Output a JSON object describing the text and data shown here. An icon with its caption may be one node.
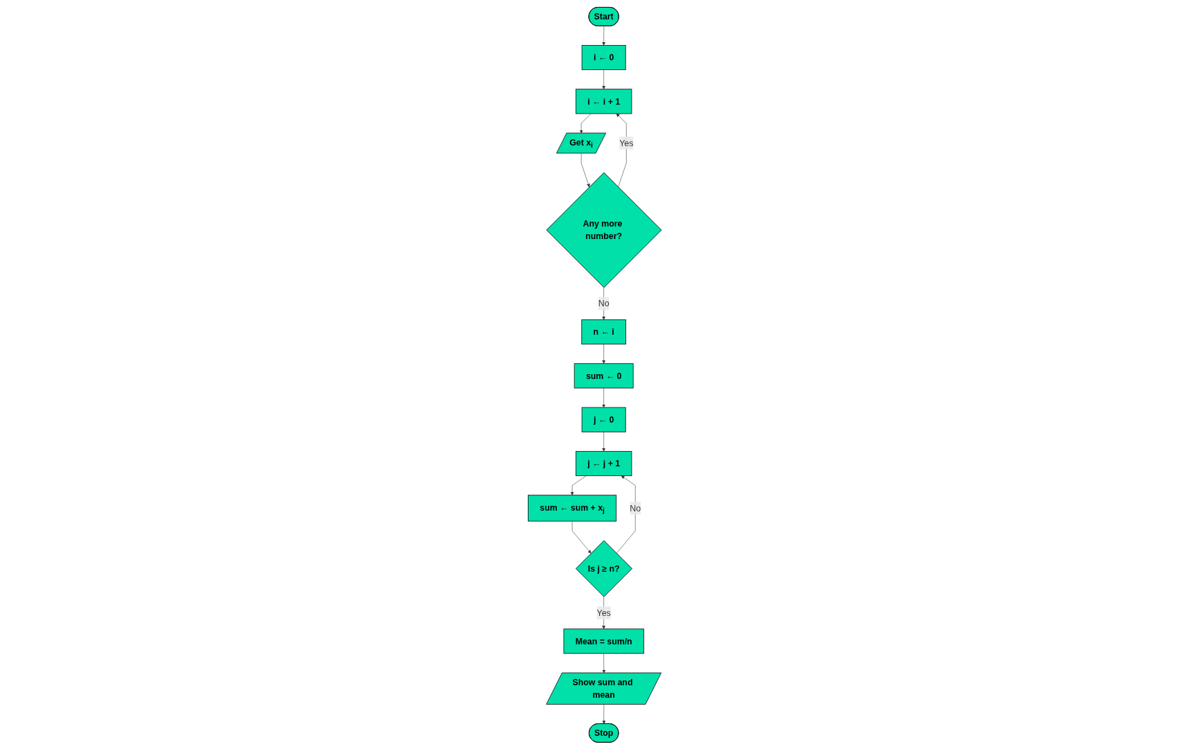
{
  "diagram": {
    "nodes": [
      {
        "text": [
          "Start"
        ]
      },
      {
        "text": [
          "i ← 0"
        ]
      },
      {
        "text": [
          "i ← i + 1"
        ]
      },
      {
        "text": [
          "Get x$_{i}$"
        ]
      },
      {
        "text": [
          "Any more number?"
        ]
      },
      {
        "text": [
          "n ← i"
        ]
      },
      {
        "text": [
          "sum ← 0"
        ]
      },
      {
        "text": [
          "j ← 0"
        ]
      },
      {
        "text": [
          "j ← j + 1"
        ]
      },
      {
        "text": [
          "sum ← sum + x$_{j}$"
        ]
      },
      {
        "text": [
          "Is j ≥ n?"
        ]
      },
      {
        "text": [
          "Mean = sum/n"
        ]
      },
      {
        "text": [
          "Show sum and mean"
        ]
      },
      {
        "text": [
          "Stop"
        ]
      }
    ],
    "edges": [
      {
        "from": 0,
        "to": 1,
        "arrow": "to"
      },
      {
        "from": 1,
        "to": 2,
        "arrow": "to"
      },
      {
        "from": 2,
        "to": 3,
        "arrow": "to"
      },
      {
        "from": 3,
        "to": 4,
        "arrow": "to"
      },
      {
        "from": 4,
        "to": 2,
        "label": "Yes",
        "arrow": "to"
      },
      {
        "from": 4,
        "to": 5,
        "label": "No",
        "arrow": "to"
      },
      {
        "from": 5,
        "to": 6,
        "arrow": "to"
      },
      {
        "from": 6,
        "to": 7,
        "arrow": "to"
      },
      {
        "from": 7,
        "to": 8,
        "arrow": "to"
      },
      {
        "from": 8,
        "to": 9,
        "arrow": "to"
      },
      {
        "from": 9,
        "to": 10,
        "arrow": "to"
      },
      {
        "from": 10,
        "to": 8,
        "label": "No",
        "arrow": "to"
      },
      {
        "from": 10,
        "to": 11,
        "label": "Yes",
        "arrow": "to"
      },
      {
        "from": 11,
        "to": 12,
        "arrow": "to"
      },
      {
        "from": 12,
        "to": 13,
        "arrow": "to"
      }
    ]
  }
}
